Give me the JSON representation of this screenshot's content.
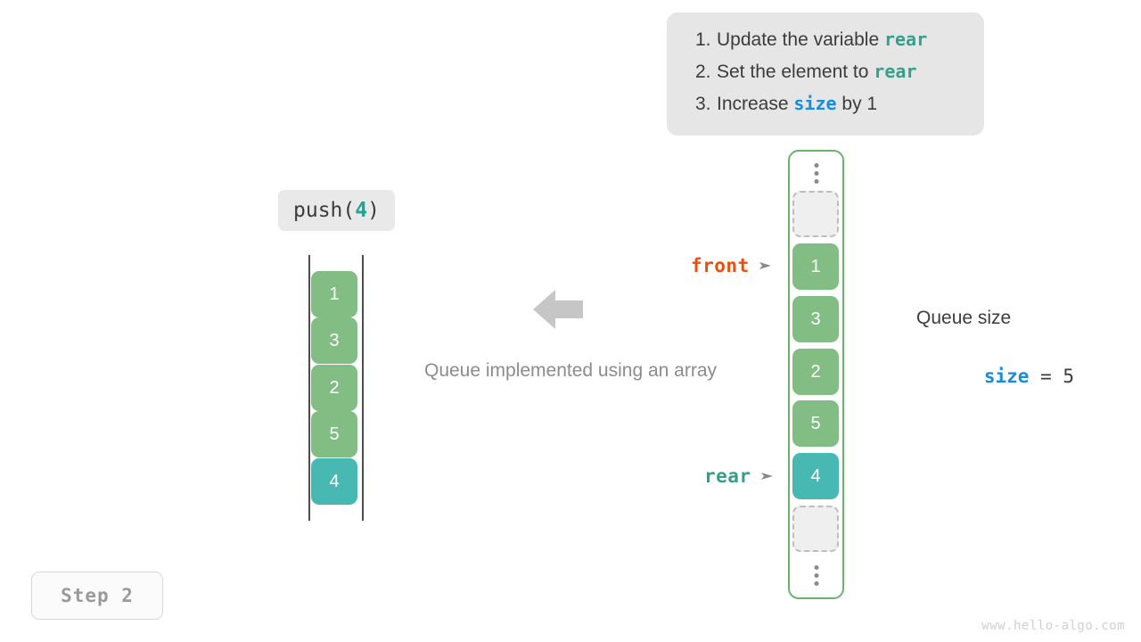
{
  "instructions": {
    "items": [
      {
        "num": "1.",
        "pre": "Update the variable ",
        "code": "rear",
        "code_style": "teal",
        "post": ""
      },
      {
        "num": "2.",
        "pre": "Set the element to ",
        "code": "rear",
        "code_style": "teal",
        "post": ""
      },
      {
        "num": "3.",
        "pre": "Increase ",
        "code": "size",
        "code_style": "blue",
        "post": " by 1"
      }
    ]
  },
  "operation": {
    "prefix": "push(",
    "argument": "4",
    "suffix": ")"
  },
  "caption": "Queue implemented using an array",
  "left_array": {
    "cells": [
      {
        "value": "1",
        "style": "green"
      },
      {
        "value": "3",
        "style": "green"
      },
      {
        "value": "2",
        "style": "green"
      },
      {
        "value": "5",
        "style": "green"
      },
      {
        "value": "4",
        "style": "teal"
      }
    ]
  },
  "circular_queue": {
    "top_ellipsis": "vertical-dots",
    "bottom_ellipsis": "vertical-dots",
    "cells": [
      {
        "value": "",
        "style": "empty"
      },
      {
        "value": "1",
        "style": "green"
      },
      {
        "value": "3",
        "style": "green"
      },
      {
        "value": "2",
        "style": "green"
      },
      {
        "value": "5",
        "style": "green"
      },
      {
        "value": "4",
        "style": "teal"
      },
      {
        "value": "",
        "style": "empty"
      }
    ]
  },
  "pointers": {
    "front": {
      "label": "front",
      "arrow": "➤",
      "color": "#e8500f"
    },
    "rear": {
      "label": "rear",
      "arrow": "➤",
      "color": "#389e8c"
    }
  },
  "size_readout": {
    "title": "Queue size",
    "variable": "size",
    "operator": " = ",
    "value": "5"
  },
  "step_badge": "Step 2",
  "watermark": "www.hello-algo.com",
  "colors": {
    "green": "#82bd84",
    "teal": "#48b8b3",
    "front": "#e8500f",
    "rear": "#389e8c",
    "blue": "#1a8cda",
    "panel_bg": "#e6e6e6",
    "container_border": "#6cb26f"
  }
}
